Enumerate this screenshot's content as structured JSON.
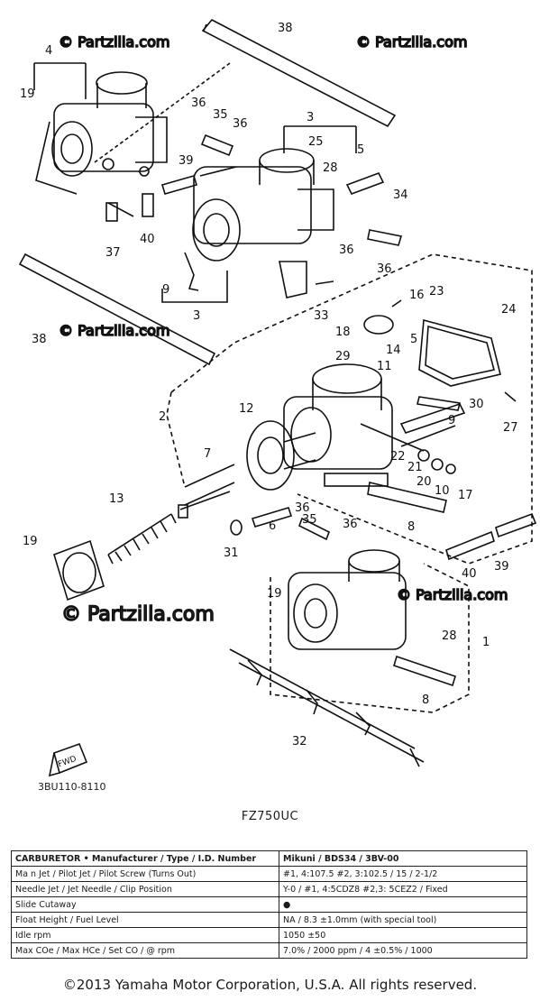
{
  "watermark": "© Partzilla.com",
  "callouts": [
    "38",
    "4",
    "19",
    "36",
    "35",
    "36",
    "3",
    "25",
    "28",
    "5",
    "39",
    "34",
    "37",
    "40",
    "36",
    "36",
    "9",
    "3",
    "38",
    "33",
    "16",
    "23",
    "24",
    "18",
    "29",
    "14",
    "5",
    "11",
    "30",
    "2",
    "12",
    "27",
    "7",
    "9",
    "22",
    "21",
    "20",
    "10",
    "17",
    "13",
    "36",
    "35",
    "36",
    "6",
    "31",
    "8",
    "19",
    "40",
    "39",
    "19",
    "28",
    "1",
    "8",
    "32"
  ],
  "diagram_code": "3BU110-8110",
  "fwd_label": "FWD",
  "model": "FZ750UC",
  "spec_table": [
    [
      "CARBURETOR • Manufacturer / Type / I.D. Number",
      "Mikuni / BDS34 / 3BV-00"
    ],
    [
      "Ma n Jet / Pilot Jet / Pilot Screw (Turns Out)",
      "#1, 4:107.5 #2, 3:102.5 / 15 / 2-1/2"
    ],
    [
      "Needle Jet / Jet Needle / Clip Position",
      "Y-0 / #1, 4:5CDZ8 #2,3: 5CEZ2 / Fixed"
    ],
    [
      "Slide Cutaway",
      "●"
    ],
    [
      "Float Height / Fuel Level",
      "NA / 8.3 ±1.0mm (with special tool)"
    ],
    [
      "Idle rpm",
      "1050 ±50"
    ],
    [
      "Max COe / Max HCe / Set CO / @ rpm",
      "7.0% / 2000 ppm / 4 ±0.5% / 1000"
    ]
  ],
  "copyright": "©2013 Yamaha Motor Corporation, U.S.A. All rights reserved."
}
